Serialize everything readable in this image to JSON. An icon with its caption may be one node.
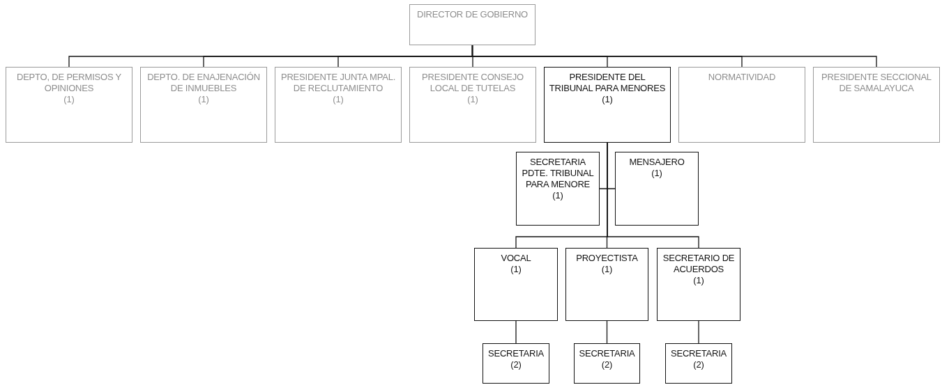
{
  "diagram": {
    "nodes": [
      {
        "text": [
          "DIRECTOR DE GOBIERNO"
        ]
      },
      {
        "text": [
          "DEPTO, DE PERMISOS Y OPINIONES",
          "(1)"
        ]
      },
      {
        "text": [
          "DEPTO. DE ENAJENACIÓN DE INMUEBLES",
          "(1)"
        ]
      },
      {
        "text": [
          "PRESIDENTE JUNTA MPAL. DE RECLUTAMIENTO",
          "(1)"
        ]
      },
      {
        "text": [
          "PRESIDENTE CONSEJO LOCAL DE TUTELAS",
          "(1)"
        ]
      },
      {
        "text": [
          "PRESIDENTE DEL TRIBUNAL PARA MENORES",
          "(1)"
        ]
      },
      {
        "text": [
          "NORMATIVIDAD"
        ]
      },
      {
        "text": [
          "PRESIDENTE SECCIONAL DE SAMALAYUCA"
        ]
      },
      {
        "text": [
          "SECRETARIA PDTE. TRIBUNAL PARA MENORE",
          "(1)"
        ]
      },
      {
        "text": [
          "MENSAJERO",
          "(1)"
        ]
      },
      {
        "text": [
          "VOCAL",
          "(1)"
        ]
      },
      {
        "text": [
          "PROYECTISTA",
          "(1)"
        ]
      },
      {
        "text": [
          "SECRETARIO DE ACUERDOS",
          "(1)"
        ]
      },
      {
        "text": [
          "SECRETARIA",
          "(2)"
        ]
      },
      {
        "text": [
          "SECRETARIA",
          "(2)"
        ]
      },
      {
        "text": [
          "SECRETARIA",
          "(2)"
        ]
      }
    ],
    "edges": [
      {
        "from": 0,
        "to": 1,
        "arrow": "none"
      },
      {
        "from": 0,
        "to": 2,
        "arrow": "none"
      },
      {
        "from": 0,
        "to": 3,
        "arrow": "none"
      },
      {
        "from": 0,
        "to": 4,
        "arrow": "none"
      },
      {
        "from": 0,
        "to": 5,
        "arrow": "none"
      },
      {
        "from": 0,
        "to": 6,
        "arrow": "none"
      },
      {
        "from": 0,
        "to": 7,
        "arrow": "none"
      },
      {
        "from": 5,
        "to": 8,
        "arrow": "none"
      },
      {
        "from": 5,
        "to": 9,
        "arrow": "none"
      },
      {
        "from": 5,
        "to": 10,
        "arrow": "none"
      },
      {
        "from": 5,
        "to": 11,
        "arrow": "none"
      },
      {
        "from": 5,
        "to": 12,
        "arrow": "none"
      },
      {
        "from": 10,
        "to": 13,
        "arrow": "none"
      },
      {
        "from": 11,
        "to": 14,
        "arrow": "none"
      },
      {
        "from": 12,
        "to": 15,
        "arrow": "none"
      }
    ]
  }
}
